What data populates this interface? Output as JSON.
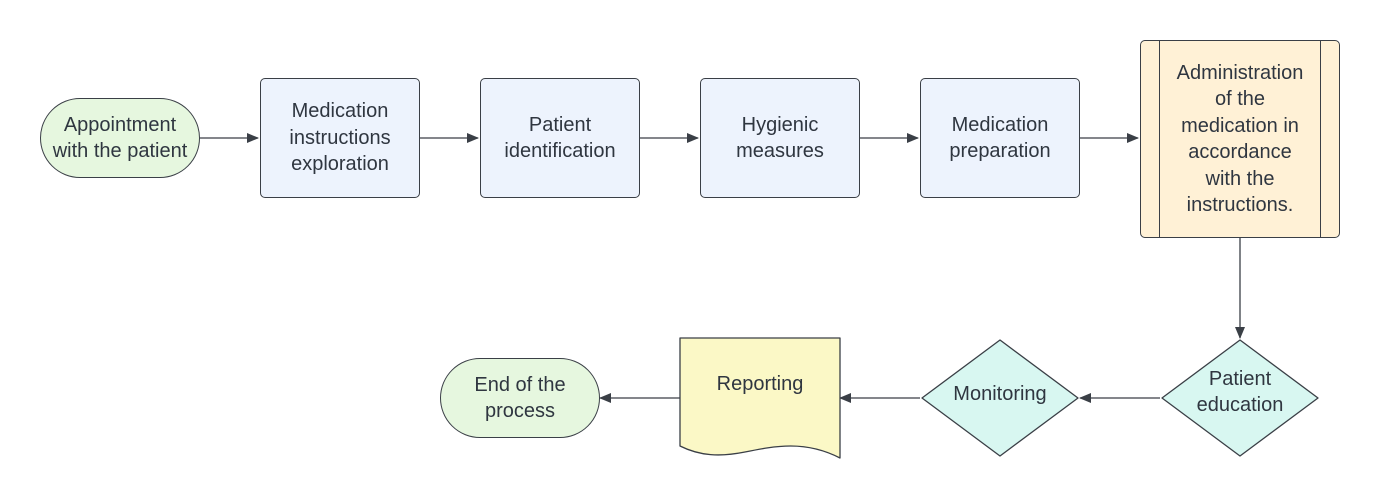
{
  "diagram": {
    "colors": {
      "terminal_fill": "#e6f7df",
      "process_fill": "#edf3fd",
      "subprocess_fill": "#fff1d6",
      "decision_fill": "#d8f7f1",
      "document_fill": "#fbf8c6",
      "stroke": "#3a3f46",
      "text": "#2f3640"
    },
    "nodes": {
      "start": {
        "type": "terminal",
        "lines": [
          "Appointment",
          "with the patient"
        ]
      },
      "exploration": {
        "type": "process",
        "lines": [
          "Medication",
          "instructions",
          "exploration"
        ]
      },
      "identification": {
        "type": "process",
        "lines": [
          "Patient",
          "identification"
        ]
      },
      "hygiene": {
        "type": "process",
        "lines": [
          "Hygienic",
          "measures"
        ]
      },
      "preparation": {
        "type": "process",
        "lines": [
          "Medication",
          "preparation"
        ]
      },
      "administration": {
        "type": "predefined-process",
        "lines": [
          "Administration",
          "of the",
          "medication in",
          "accordance",
          "with the",
          "instructions."
        ]
      },
      "education": {
        "type": "decision",
        "lines": [
          "Patient",
          "education"
        ]
      },
      "monitoring": {
        "type": "decision",
        "lines": [
          "Monitoring"
        ]
      },
      "reporting": {
        "type": "document",
        "lines": [
          "Reporting"
        ]
      },
      "end": {
        "type": "terminal",
        "lines": [
          "End of the",
          "process"
        ]
      }
    },
    "edges": [
      {
        "from": "start",
        "to": "exploration"
      },
      {
        "from": "exploration",
        "to": "identification"
      },
      {
        "from": "identification",
        "to": "hygiene"
      },
      {
        "from": "hygiene",
        "to": "preparation"
      },
      {
        "from": "preparation",
        "to": "administration"
      },
      {
        "from": "administration",
        "to": "education"
      },
      {
        "from": "education",
        "to": "monitoring"
      },
      {
        "from": "monitoring",
        "to": "reporting"
      },
      {
        "from": "reporting",
        "to": "end"
      }
    ]
  }
}
